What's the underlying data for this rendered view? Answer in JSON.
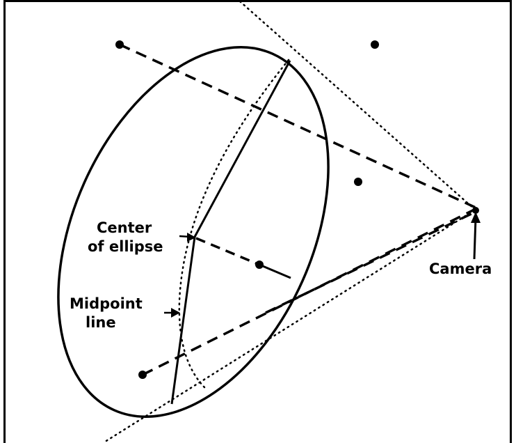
{
  "labels": {
    "center_line1": "Center",
    "center_line2": "of ellipse",
    "midpoint_line1": "Midpoint",
    "midpoint_line2": "line",
    "camera": "Camera"
  }
}
